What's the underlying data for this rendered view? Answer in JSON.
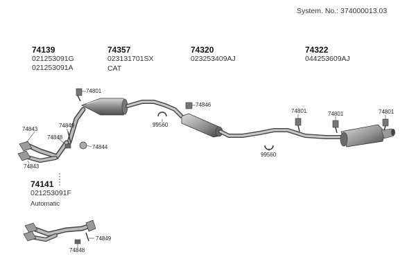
{
  "header": {
    "system": "System. No.: 374000013.03"
  },
  "parts": {
    "p74139": {
      "number": "74139",
      "codes": [
        "021253091G",
        "021253091A"
      ]
    },
    "p74357": {
      "number": "74357",
      "codes": [
        "023131701SX"
      ],
      "note": "CAT"
    },
    "p74320": {
      "number": "74320",
      "codes": [
        "023253409AJ"
      ]
    },
    "p74322": {
      "number": "74322",
      "codes": [
        "044253609AJ"
      ]
    },
    "p74141": {
      "number": "74141",
      "codes": [
        "021253091F"
      ],
      "note": "Automatic"
    }
  },
  "callouts": {
    "c74801a": "74801",
    "c74846": "74846",
    "c99560a": "99560",
    "c74801b": "74801",
    "c74801c": "74801",
    "c74801d": "74801",
    "c99560b": "99560",
    "c74843a": "74843",
    "c74849a": "74849",
    "c74848a": "74848",
    "c74844": "74844",
    "c74843b": "74843",
    "c74849b": "74849",
    "c74848b": "74848"
  },
  "colors": {
    "metal": "#9a9a9a",
    "metal_dark": "#5a5a5a",
    "outline": "#333333"
  }
}
